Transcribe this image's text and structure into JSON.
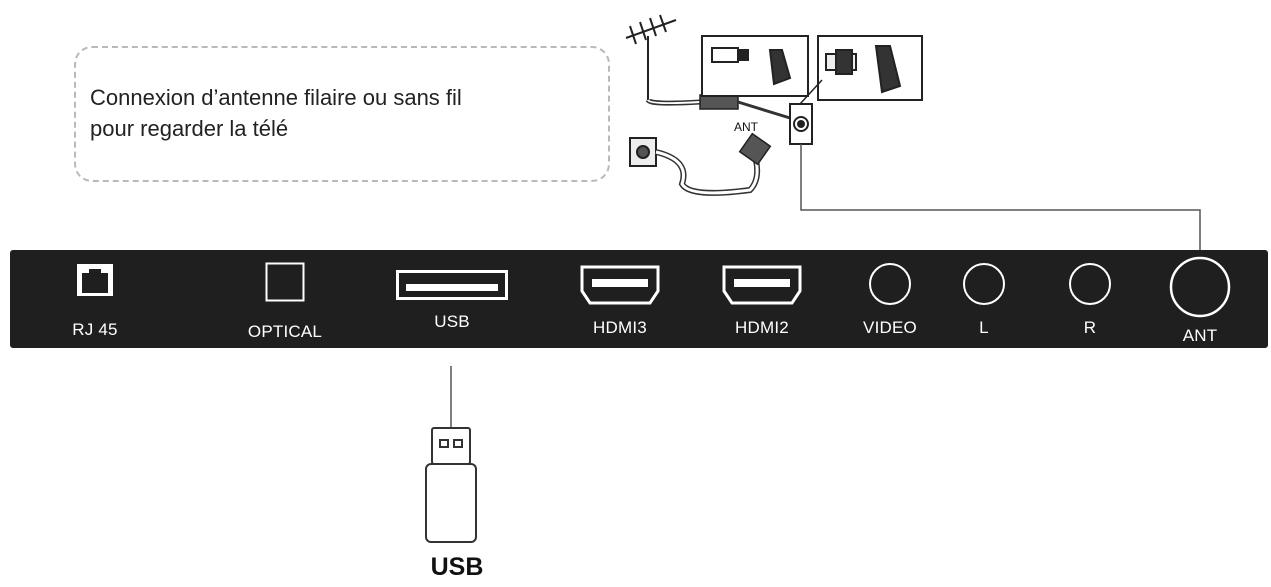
{
  "callout": {
    "text_line1": "Connexion d’antenne filaire ou sans fil",
    "text_line2": "pour regarder la télé"
  },
  "antenna_diagram": {
    "socket_label": "ANT"
  },
  "panel": {
    "ports": [
      {
        "id": "rj45",
        "label": "RJ 45",
        "icon": "ethernet-port-icon"
      },
      {
        "id": "optical",
        "label": "OPTICAL",
        "icon": "optical-port-icon"
      },
      {
        "id": "usb",
        "label": "USB",
        "icon": "usb-port-icon"
      },
      {
        "id": "hdmi3",
        "label": "HDMI3",
        "icon": "hdmi-port-icon"
      },
      {
        "id": "hdmi2",
        "label": "HDMI2",
        "icon": "hdmi-port-icon"
      },
      {
        "id": "video",
        "label": "VIDEO",
        "icon": "rca-jack-icon"
      },
      {
        "id": "l",
        "label": "L",
        "icon": "rca-jack-icon"
      },
      {
        "id": "r",
        "label": "R",
        "icon": "rca-jack-icon"
      },
      {
        "id": "ant",
        "label": "ANT",
        "icon": "coaxial-jack-icon"
      }
    ]
  },
  "usb_device": {
    "label": "USB",
    "icon": "usb-stick-icon"
  },
  "colors": {
    "panel": "#1f1f1f",
    "port_stroke": "#ffffff",
    "line": "#555555",
    "callout_border": "#b9b9b9"
  }
}
